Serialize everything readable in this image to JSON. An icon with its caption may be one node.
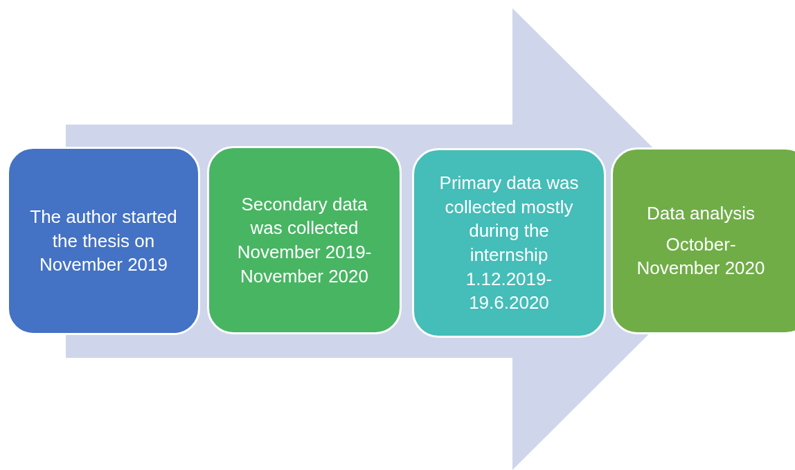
{
  "diagram": {
    "nodes": [
      {
        "text": [
          "The author started the thesis on November 2019"
        ]
      },
      {
        "text": [
          "Secondary data was collected November 2019- November 2020"
        ]
      },
      {
        "text": [
          "Primary data was collected mostly during the internship 1.12.2019- 19.6.2020"
        ]
      },
      {
        "text": [
          "Data analysis",
          "October- November 2020"
        ]
      }
    ],
    "edges": [
      {
        "from": 0,
        "to": 3,
        "arrow": "to"
      }
    ]
  }
}
